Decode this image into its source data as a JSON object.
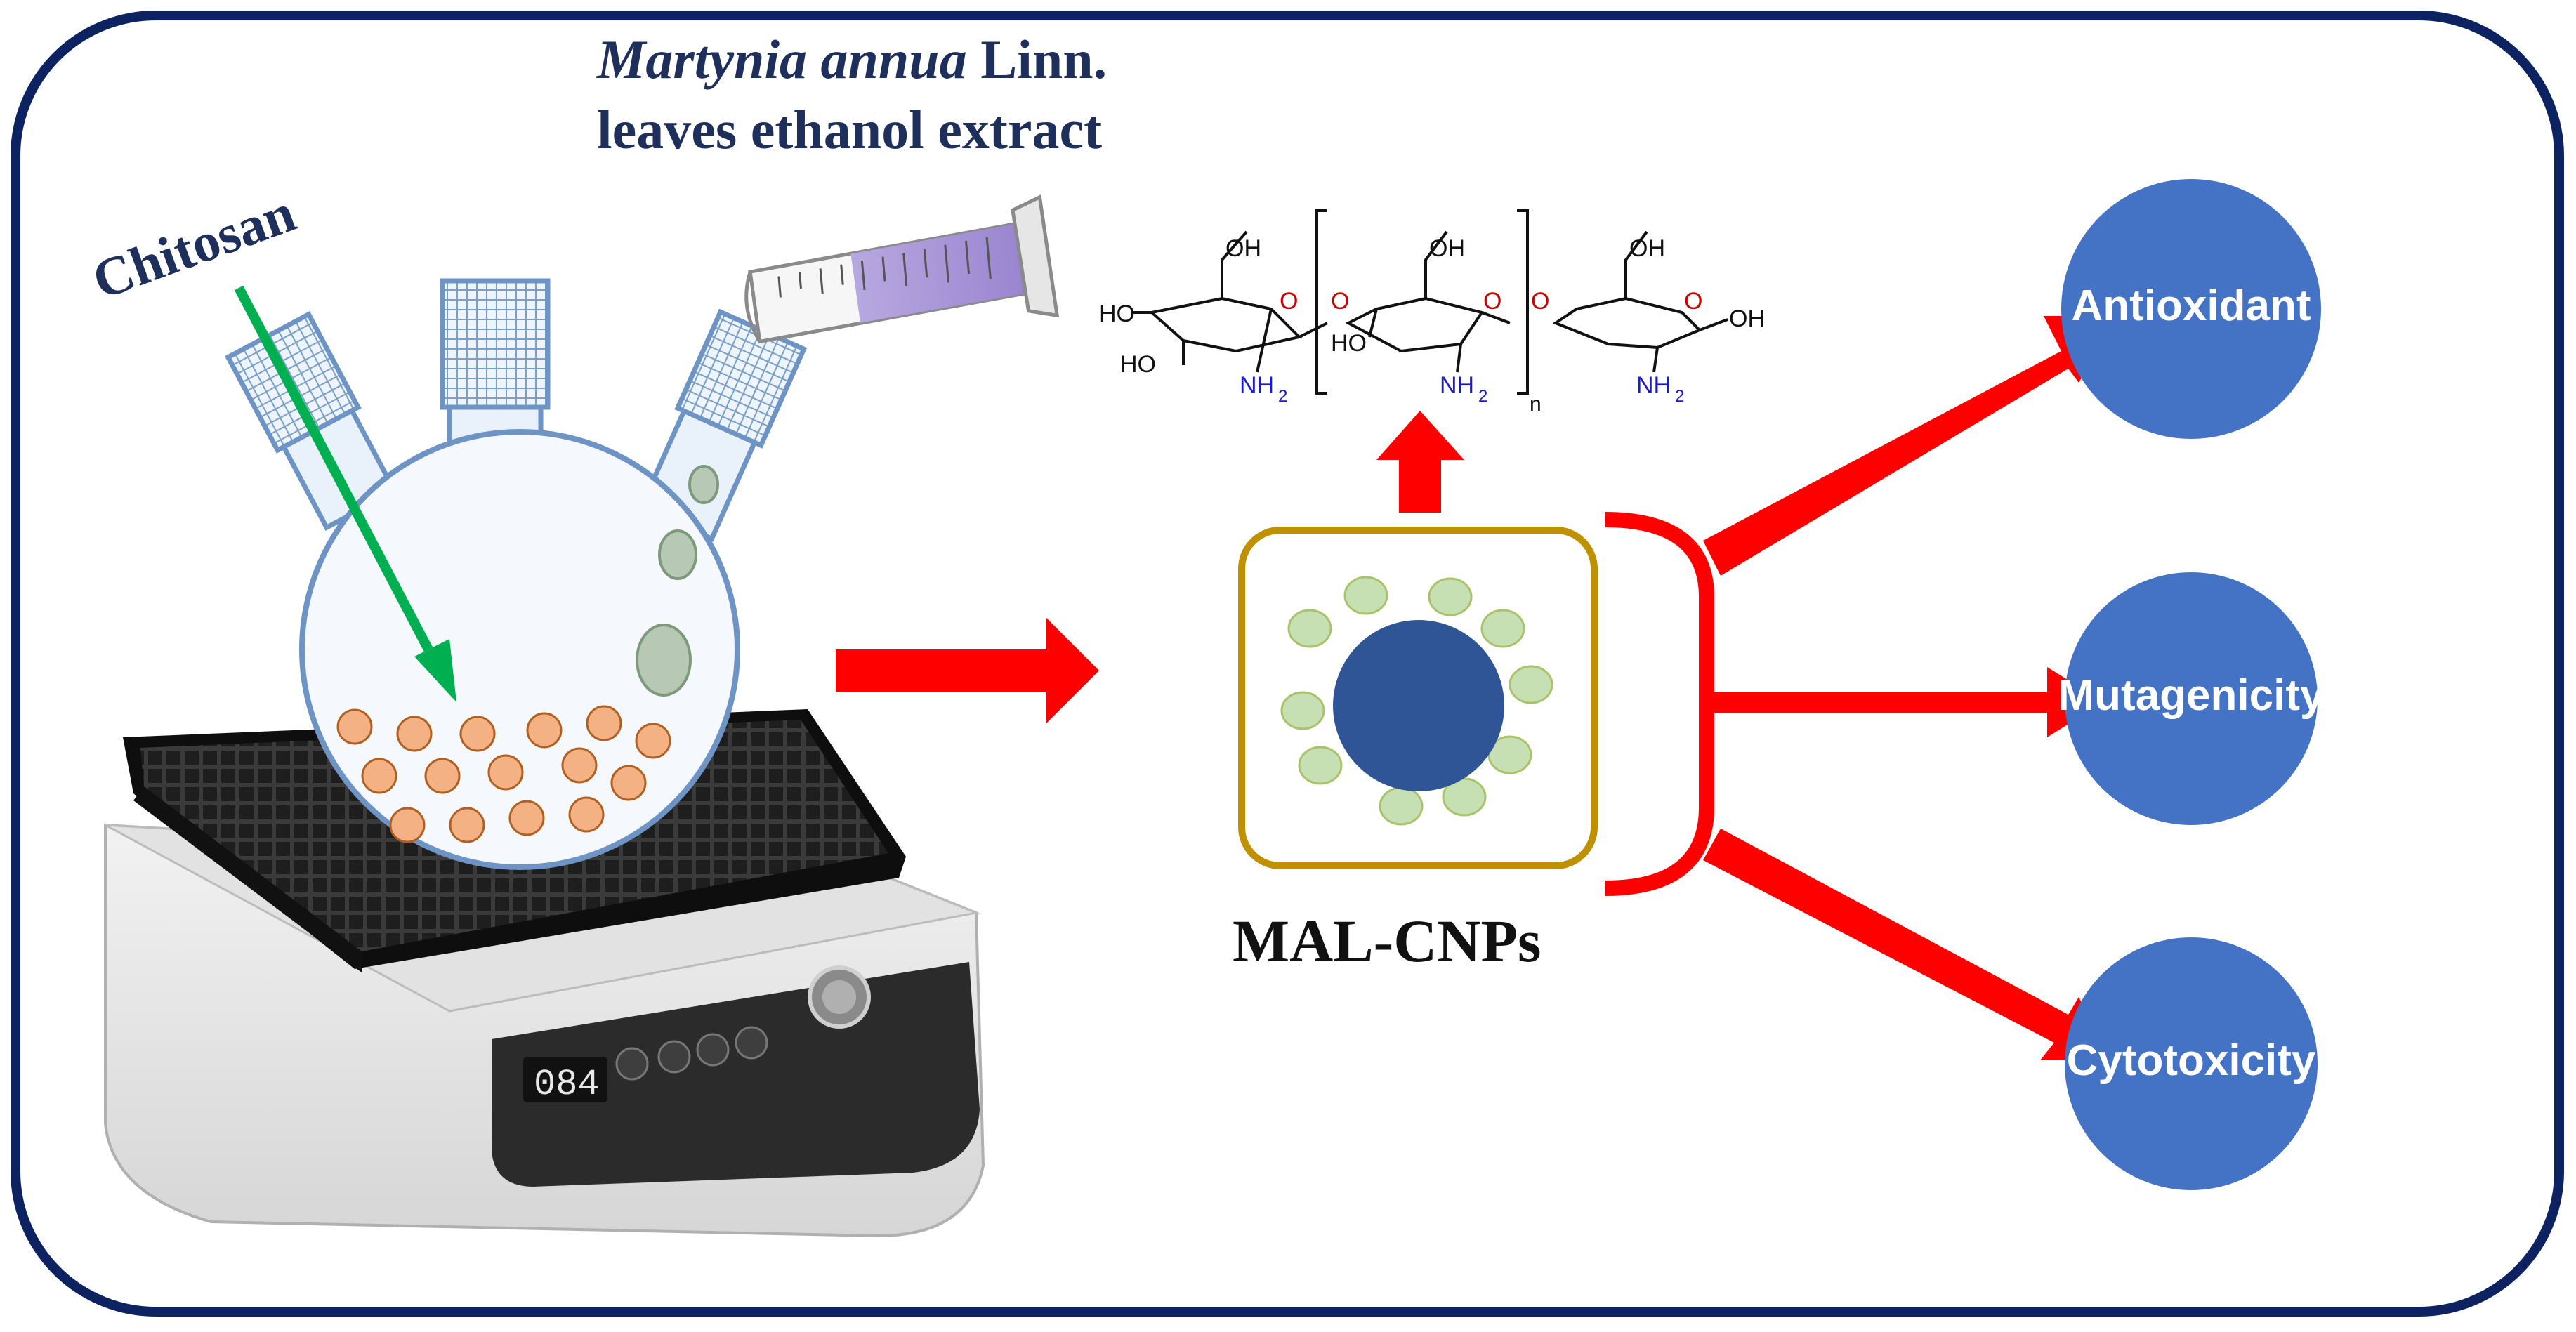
{
  "figure": {
    "extract_label": {
      "species": "Martynia annua",
      "rest": " Linn.",
      "line2": "leaves ethanol extract"
    },
    "chitosan_label": "Chitosan",
    "product_label": "MAL-CNPs",
    "outcomes": [
      "Antioxidant",
      "Mutagenicity",
      "Cytotoxicity"
    ],
    "structure_labels": {
      "oh": "OH",
      "ho": "HO",
      "o": "O",
      "nh2": "NH",
      "sub2": "2",
      "n": "n"
    },
    "shaker_display": "084"
  },
  "colors": {
    "border": "#0d2260",
    "arrow": "#ff0000",
    "green_arrow": "#00b050",
    "circle": "#4472c4",
    "particle": "#f4b183",
    "core": "#2f5597",
    "shell": "#c6e0b4",
    "frame": "#bf9000"
  }
}
